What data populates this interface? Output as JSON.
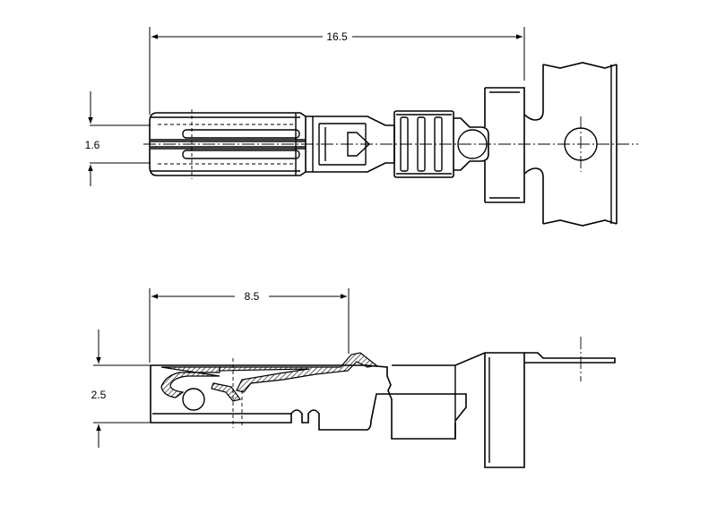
{
  "drawing": {
    "top_view": {
      "length_dim": "16.5",
      "width_dim": "1.6"
    },
    "side_view": {
      "contact_dim": "8.5",
      "height_dim": "2.5"
    },
    "colors": {
      "line": "#000000",
      "background": "#ffffff"
    }
  }
}
